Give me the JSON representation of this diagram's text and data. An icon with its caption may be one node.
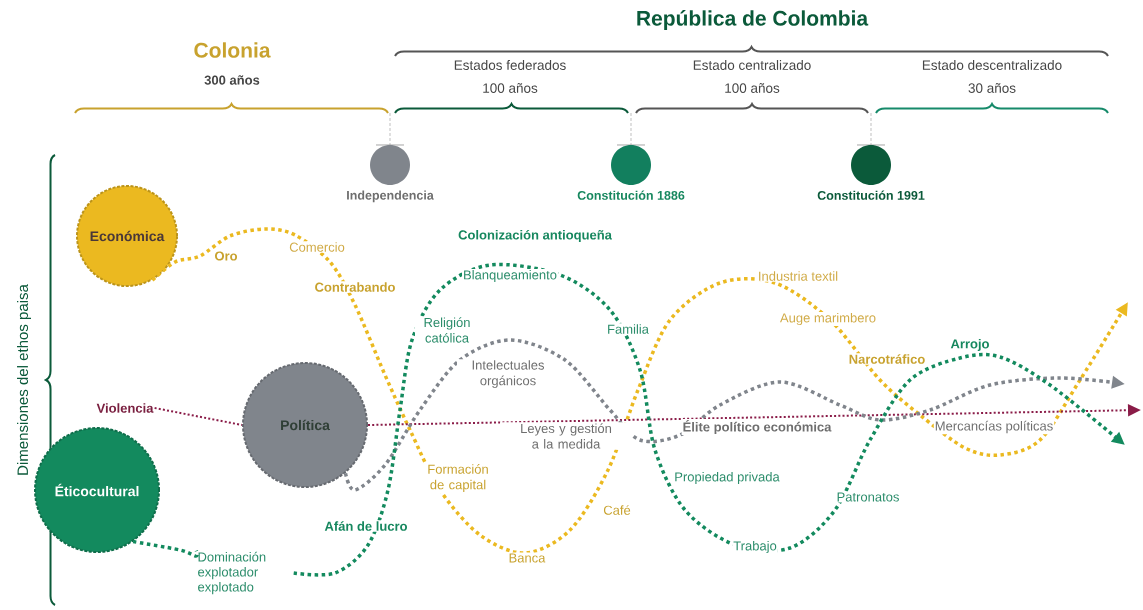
{
  "diagram": {
    "nodes": [
      {
        "text": [
          "Independencia"
        ]
      },
      {
        "text": [
          "Constitución 1886"
        ]
      },
      {
        "text": [
          "Constitución 1991"
        ]
      },
      {
        "text": [
          "Económica"
        ]
      },
      {
        "text": [
          "Violencia"
        ]
      },
      {
        "text": [
          "Política"
        ]
      },
      {
        "text": [
          "Éticocultural"
        ]
      },
      {
        "text": [
          "Dominación explotador explotado"
        ]
      }
    ],
    "edges": [
      {
        "from": 3,
        "to": null,
        "arrow": "to",
        "style": "dashed",
        "color": "#ebb920"
      },
      {
        "from": 4,
        "to": null,
        "arrow": "to",
        "style": "dashed",
        "color": "#8a1c48"
      },
      {
        "from": 5,
        "to": null,
        "arrow": "to",
        "style": "dashed",
        "color": "#80858c"
      },
      {
        "from": 6,
        "to": 7,
        "arrow": "none",
        "style": "dashed",
        "color": "#138a5e"
      },
      {
        "from": 7,
        "to": null,
        "arrow": "to",
        "style": "dashed",
        "color": "#138a5e"
      }
    ],
    "labels": [
      "Colonia",
      "300 años",
      "República de Colombia",
      "Estados federados",
      "100 años",
      "Estado centralizado",
      "100 años",
      "Estado descentralizado",
      "30 años",
      "Dimensiones del ethos paisa",
      "Oro",
      "Comercio",
      "Colonización antioqueña",
      "Contrabando",
      "Blanqueamiento",
      "Industria textil",
      "Religión católica",
      "Familia",
      "Auge marimbero",
      "Intelectuales orgánicos",
      "Arrojo",
      "Narcotráfico",
      "Leyes y gestión a la medida",
      "Élite político económica",
      "Mercancías políticas",
      "Formación de capital",
      "Propiedad privada",
      "Patronatos",
      "Afán de lucro",
      "Café",
      "Banca",
      "Trabajo"
    ]
  }
}
